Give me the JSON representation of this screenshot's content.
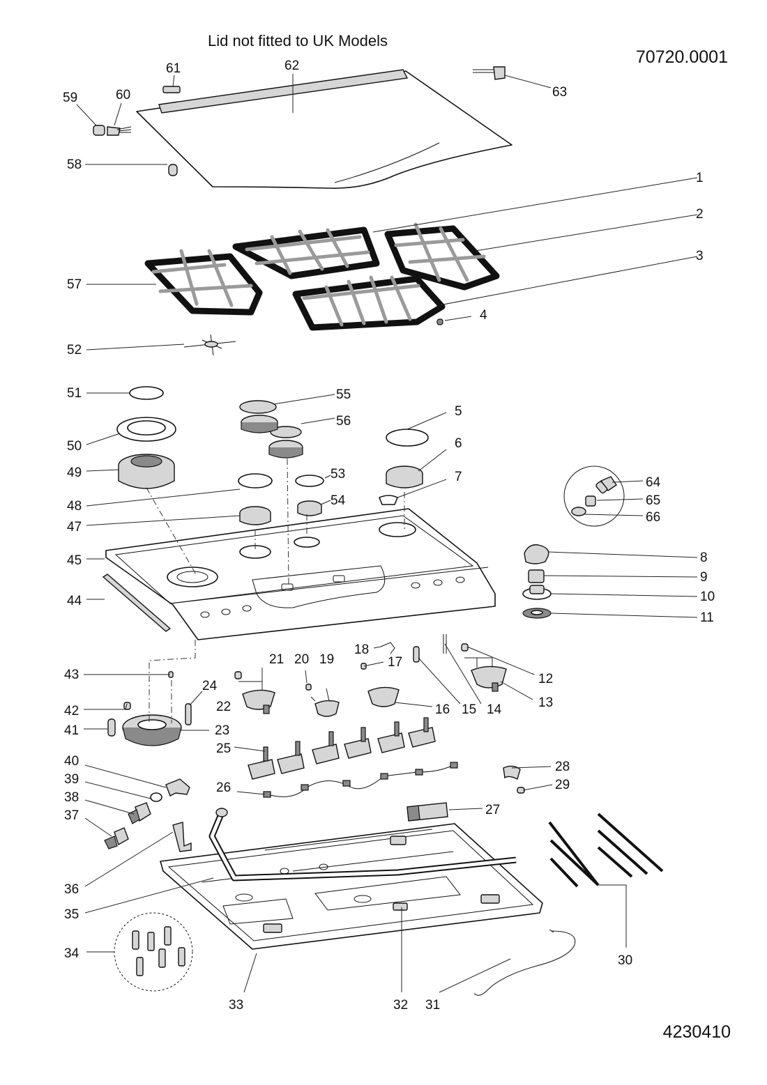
{
  "header": {
    "note": "Lid not fitted to UK Models",
    "diagram_code": "70720.0001",
    "part_code": "4230410"
  },
  "labels": {
    "l1": "1",
    "l2": "2",
    "l3": "3",
    "l4": "4",
    "l5": "5",
    "l6": "6",
    "l7": "7",
    "l8": "8",
    "l9": "9",
    "l10": "10",
    "l11": "11",
    "l12": "12",
    "l13": "13",
    "l14": "14",
    "l15": "15",
    "l16": "16",
    "l17": "17",
    "l18": "18",
    "l19": "19",
    "l20": "20",
    "l21": "21",
    "l22": "22",
    "l23": "23",
    "l24": "24",
    "l25": "25",
    "l26": "26",
    "l27": "27",
    "l28": "28",
    "l29": "29",
    "l30": "30",
    "l31": "31",
    "l32": "32",
    "l33": "33",
    "l34": "34",
    "l35": "35",
    "l36": "36",
    "l37": "37",
    "l38": "38",
    "l39": "39",
    "l40": "40",
    "l41": "41",
    "l42": "42",
    "l43": "43",
    "l44": "44",
    "l45": "45",
    "l47": "47",
    "l48": "48",
    "l49": "49",
    "l50": "50",
    "l51": "51",
    "l52": "52",
    "l53": "53",
    "l54": "54",
    "l55": "55",
    "l56": "56",
    "l57": "57",
    "l58": "58",
    "l59": "59",
    "l60": "60",
    "l61": "61",
    "l62": "62",
    "l63": "63",
    "l64": "64",
    "l65": "65",
    "l66": "66"
  }
}
